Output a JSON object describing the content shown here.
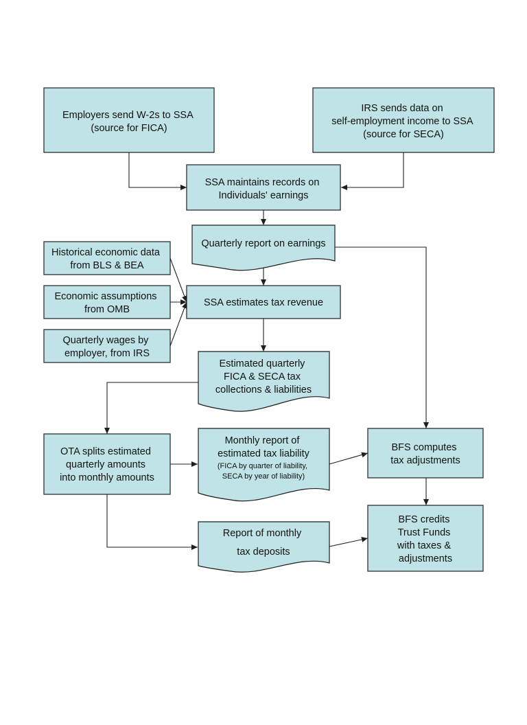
{
  "nodes": {
    "employers_w2": [
      "Employers send W-2s to SSA",
      "(source for FICA)"
    ],
    "irs_self_employment": [
      "IRS sends data on",
      "self-employment  income to SSA",
      "(source for SECA)"
    ],
    "ssa_records": [
      "SSA maintains records on",
      "Individuals'  earnings"
    ],
    "quarterly_report": [
      "Quarterly  report on earnings"
    ],
    "historical_data": [
      "Historical economic data",
      "from BLS & BEA"
    ],
    "economic_assumptions": [
      "Economic assumptions",
      "from OMB"
    ],
    "quarterly_wages": [
      "Quarterly  wages by",
      "employer, from IRS"
    ],
    "ssa_estimates": [
      "SSA estimates tax revenue"
    ],
    "estimated_collections": [
      "Estimated quarterly",
      "FICA & SECA tax",
      "collections & liabilities"
    ],
    "ota_splits": [
      "OTA splits estimated",
      "quarterly amounts",
      "into monthly  amounts"
    ],
    "monthly_liability": [
      "Monthly report of",
      "estimated tax liability"
    ],
    "monthly_liability_detail": [
      "(FICA by quarter of liability,",
      "SECA by year of liability)"
    ],
    "bfs_computes": [
      "BFS computes",
      "tax adjustments"
    ],
    "monthly_deposits": [
      "Report of monthly",
      "tax deposits"
    ],
    "bfs_credits": [
      "BFS credits",
      "Trust Funds",
      "with taxes &",
      "adjustments"
    ]
  },
  "colors": {
    "node_fill": "#bfe3e6",
    "stroke": "#1f1f1f",
    "text": "#111111"
  }
}
